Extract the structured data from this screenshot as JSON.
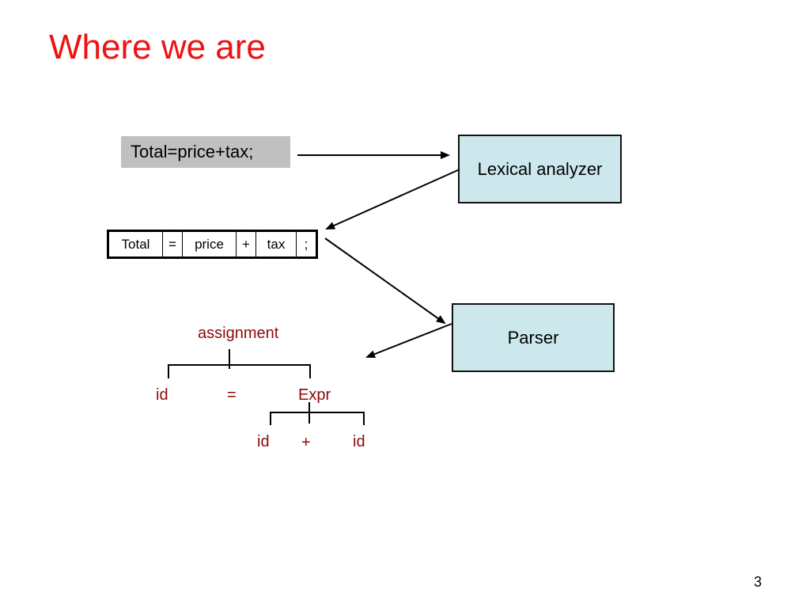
{
  "title": "Where we are",
  "source_code": "Total=price+tax;",
  "stages": {
    "lexer": "Lexical analyzer",
    "parser": "Parser"
  },
  "tokens": [
    "Total",
    "=",
    "price",
    "+",
    "tax",
    ";"
  ],
  "parse_tree": {
    "root": "assignment",
    "level1": [
      "id",
      "=",
      "Expr"
    ],
    "level2": [
      "id",
      "+",
      "id"
    ]
  },
  "page_number": "3",
  "colors": {
    "title": "#ee1111",
    "tree_text": "#8b0a0a",
    "stage_fill": "#cce8ec",
    "source_fill": "#c0c0c0"
  }
}
